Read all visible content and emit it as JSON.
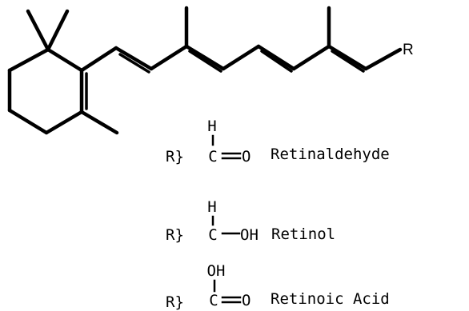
{
  "structure": {
    "r_group_label": "R"
  },
  "variants": [
    {
      "prefix": "R}",
      "top_atom": "H",
      "carbon": "C",
      "bond": "double",
      "substituent": "O",
      "name": "Retinaldehyde"
    },
    {
      "prefix": "R}",
      "top_atom": "H",
      "carbon": "C",
      "bond": "single",
      "substituent": "OH",
      "name": "Retinol"
    },
    {
      "prefix": "R}",
      "top_atom": "OH",
      "carbon": "C",
      "bond": "double",
      "substituent": "O",
      "name": "Retinoic Acid"
    }
  ]
}
